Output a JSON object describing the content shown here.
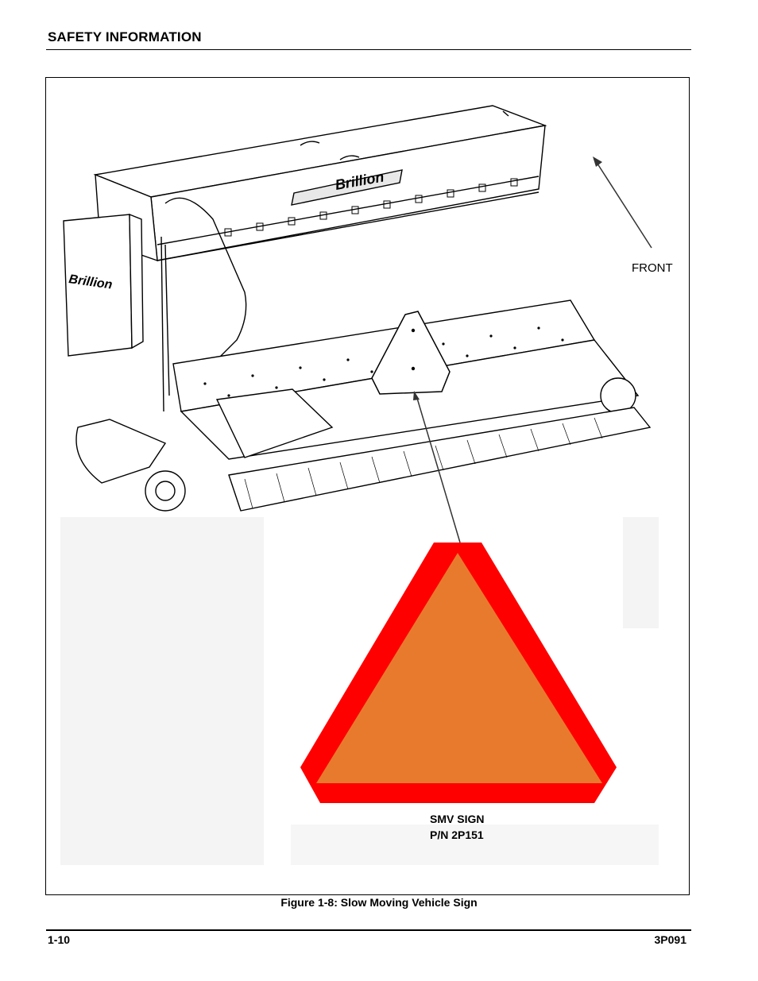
{
  "header": {
    "section_title": "SAFETY INFORMATION"
  },
  "figure": {
    "front_label": "FRONT",
    "sign_label_line1": "SMV SIGN",
    "sign_label_line2": "P/N 2P151",
    "brand_text": "Brillion",
    "sign_colors": {
      "border": "#ff0000",
      "fill": "#e87a2e"
    }
  },
  "caption": "Figure 1-8:  Slow Moving Vehicle Sign",
  "footer": {
    "page_number": "1-10",
    "document_number": "3P091"
  }
}
